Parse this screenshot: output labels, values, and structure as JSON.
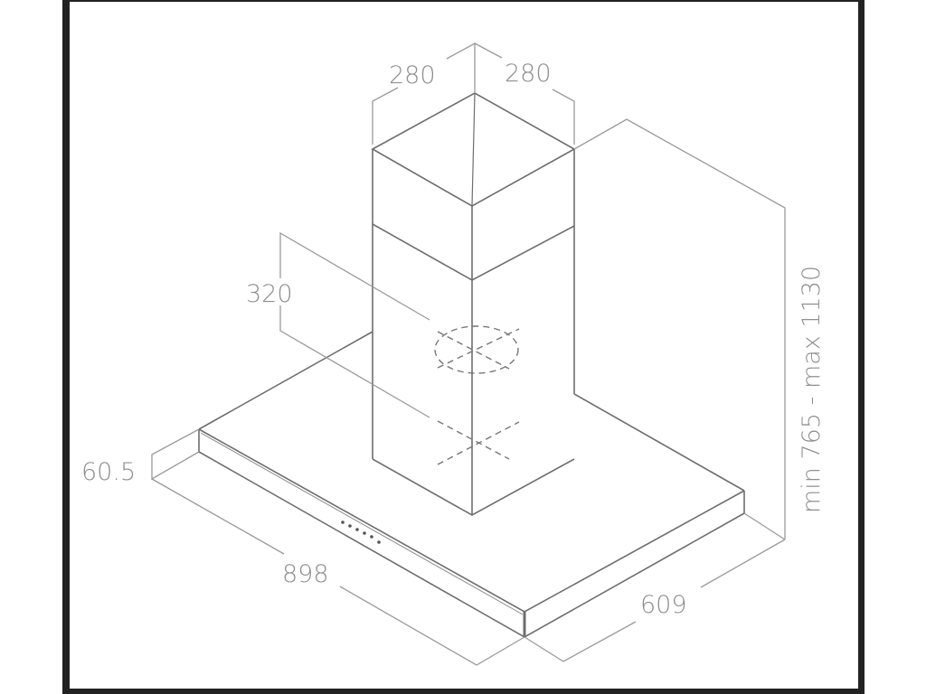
{
  "diagram": {
    "subject": "chimney cooker hood technical drawing",
    "colors": {
      "frame": "#222222",
      "line": "#6e6e6e",
      "dimension_line": "#9a9a9a",
      "label": "#8f8f8f",
      "background": "#ffffff"
    },
    "dimensions": {
      "chimney_width_left": "280",
      "chimney_width_right": "280",
      "outlet_height": "320",
      "hood_thickness": "60.5",
      "hood_width": "898",
      "hood_depth": "609",
      "total_height": "min 765 - max 1130"
    }
  }
}
